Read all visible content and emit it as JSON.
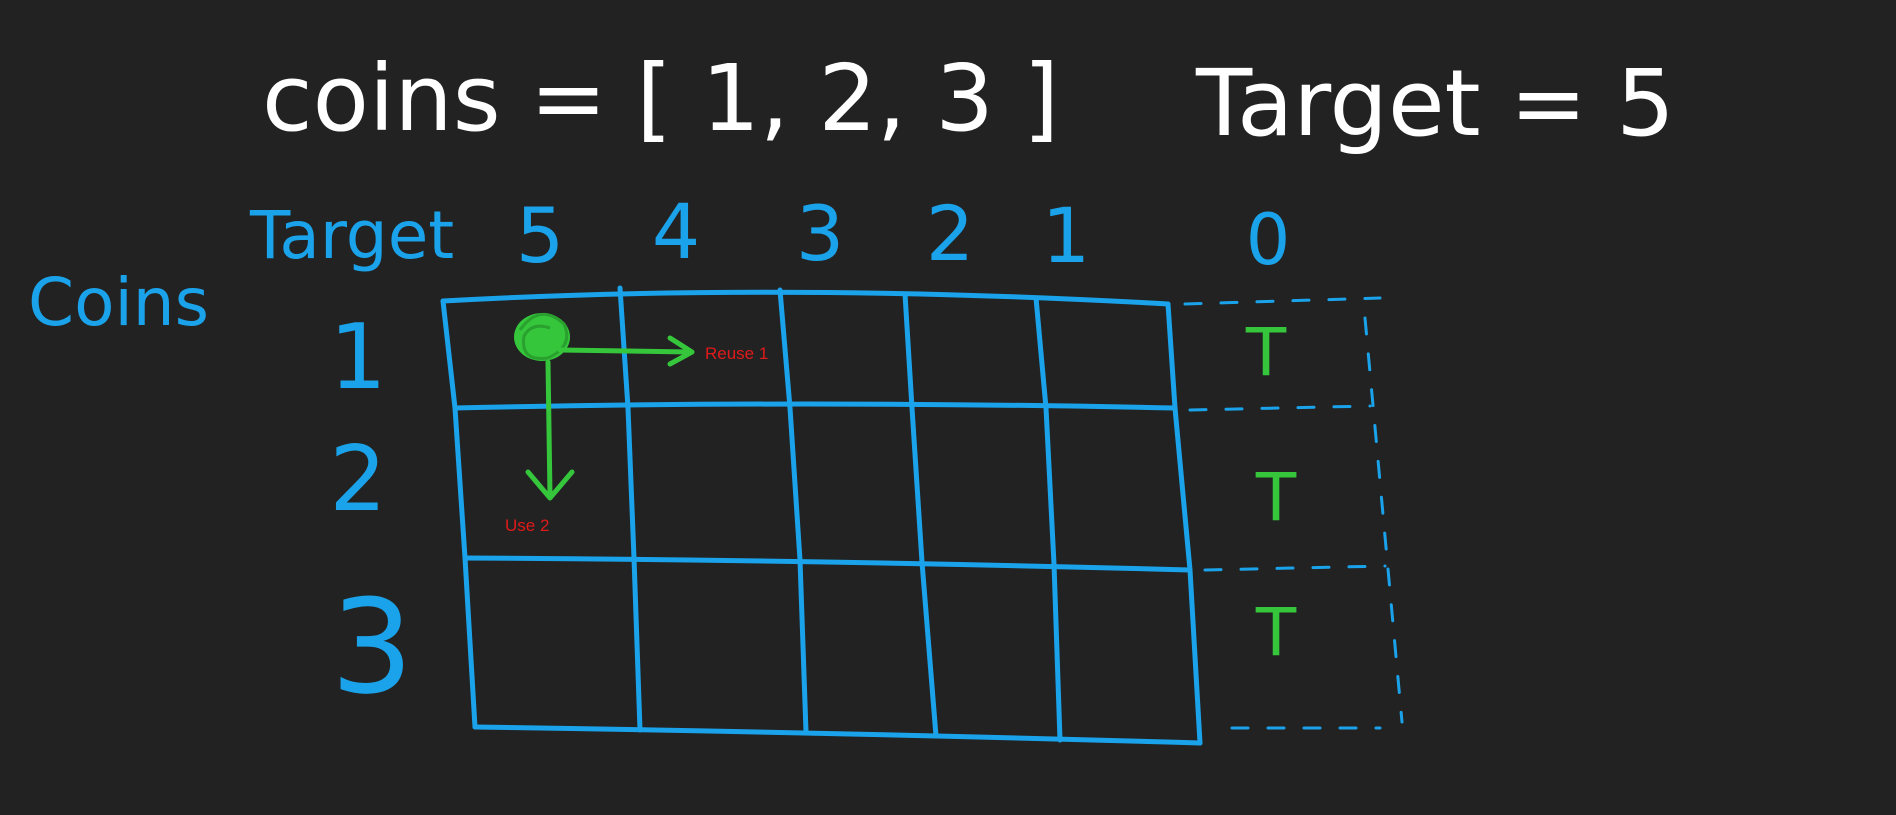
{
  "header": {
    "coins_expr": "coins = [ 1, 2, 3 ]",
    "target_expr": "Target = 5"
  },
  "table": {
    "col_axis_label": "Target",
    "row_axis_label": "Coins",
    "columns": [
      "5",
      "4",
      "3",
      "2",
      "1"
    ],
    "base_column": "0",
    "rows": [
      "1",
      "2",
      "3"
    ],
    "base_values": [
      "T",
      "T",
      "T"
    ]
  },
  "annotations": {
    "reuse": "Reuse 1",
    "use": "Use 2"
  },
  "colors": {
    "background": "#222222",
    "chalk_white": "#ffffff",
    "chalk_blue": "#1aa3ea",
    "chalk_green": "#35c63b",
    "annotation_red": "#e01a1a"
  }
}
